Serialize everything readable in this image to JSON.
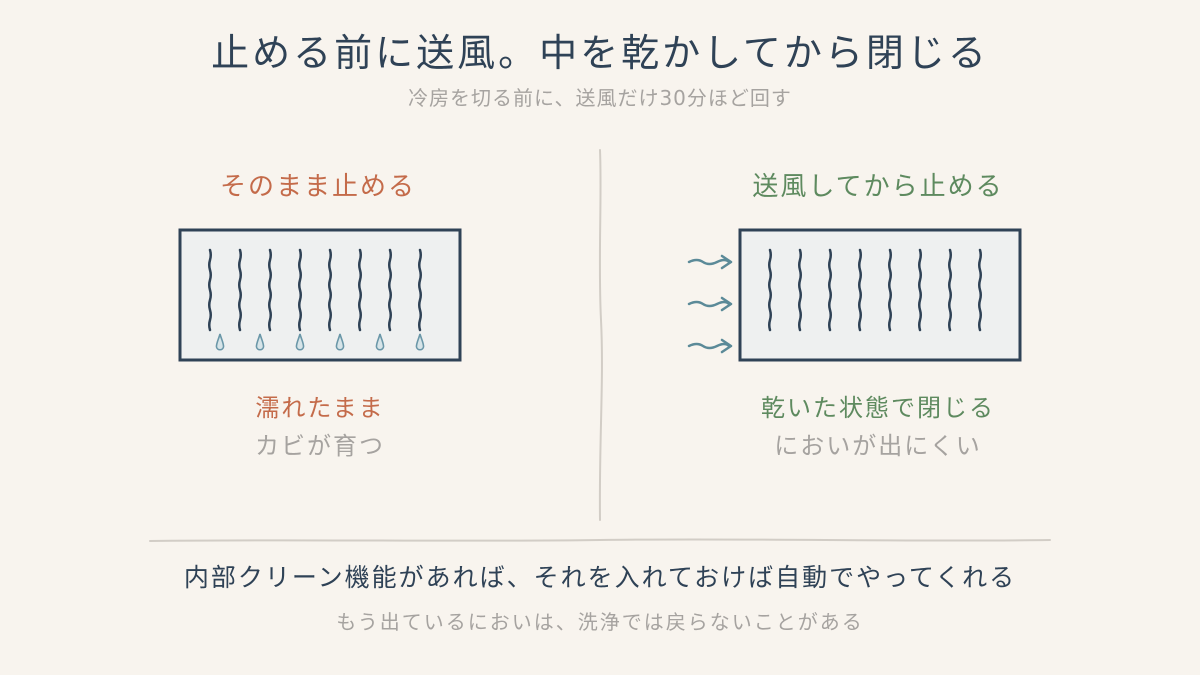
{
  "header": {
    "title": "止める前に送風。中を乾かしてから閉じる",
    "subtitle": "冷房を切る前に、送風だけ30分ほど回す"
  },
  "left_panel": {
    "heading": "そのまま止める",
    "caption_primary": "濡れたまま",
    "caption_secondary": "カビが育つ",
    "fin_count": 8,
    "droplet_count": 6
  },
  "right_panel": {
    "heading": "送風してから止める",
    "caption_primary": "乾いた状態で閉じる",
    "caption_secondary": "においが出にくい",
    "fin_count": 8,
    "arrow_count": 3
  },
  "footer": {
    "main": "内部クリーン機能があれば、それを入れておけば自動でやってくれる",
    "sub": "もう出ているにおいは、洗浄では戻らないことがある"
  },
  "colors": {
    "background": "#f8f4ee",
    "ink": "#2f4256",
    "muted": "#a6a3a0",
    "warning": "#c46b4a",
    "positive": "#5e8a5f",
    "water": "#6a97a8",
    "airflow": "#5b8a98",
    "divider": "#d2cdc6",
    "box_fill": "#eef0f0"
  }
}
